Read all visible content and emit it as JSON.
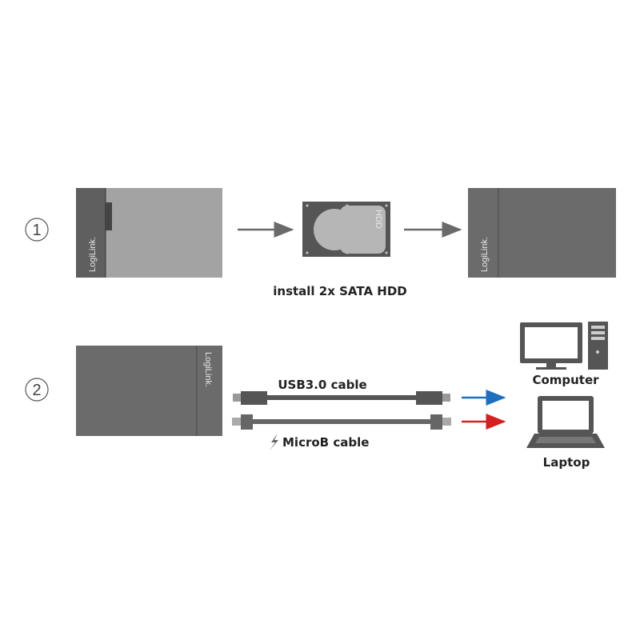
{
  "steps": [
    {
      "number": "1",
      "caption": "install 2x SATA HDD"
    },
    {
      "number": "2"
    }
  ],
  "brand": "LogiLink.",
  "hdd_label": "HDD",
  "cables": {
    "usb3": "USB3.0 cable",
    "microb": "MicroB cable"
  },
  "devices": {
    "computer": "Computer",
    "laptop": "Laptop"
  },
  "colors": {
    "usb3_arrow": "#1f6fbf",
    "microb_arrow": "#d42020"
  }
}
